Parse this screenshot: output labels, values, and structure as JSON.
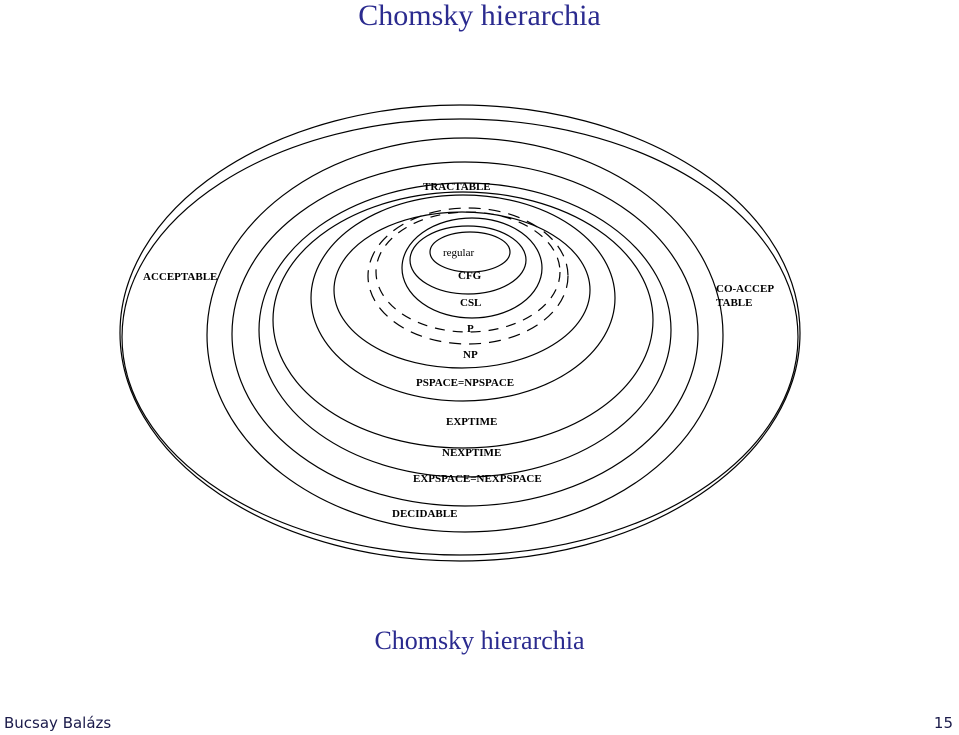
{
  "slide": {
    "title": "Chomsky hierarchia",
    "caption": "Chomsky hierarchia",
    "author": "Bucsay Balázs",
    "page": "15",
    "title_color": "#2b2b8f"
  },
  "diagram": {
    "labels": {
      "acceptable": "ACCEPTABLE",
      "coaccep_line1": "CO-ACCEP",
      "coaccep_line2": "TABLE",
      "tractable": "TRACTABLE",
      "regular": "regular",
      "cfg": "CFG",
      "csl": "CSL",
      "p": "P",
      "np": "NP",
      "pspace": "PSPACE=NPSPACE",
      "exptime": "EXPTIME",
      "nexptime": "NEXPTIME",
      "expspace": "EXPSPACE=NEXPSPACE",
      "decidable": "DECIDABLE"
    }
  }
}
